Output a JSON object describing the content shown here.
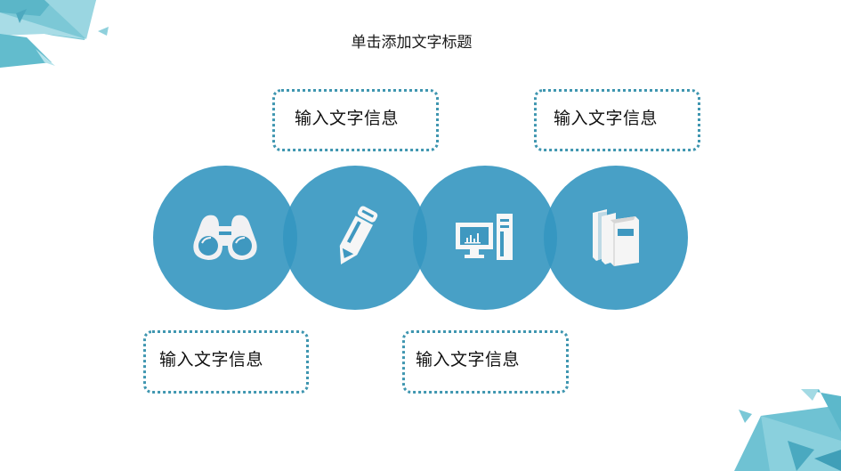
{
  "slide": {
    "title": "单击添加文字标题",
    "accent_color": "#3496c0",
    "border_color": "#3f96b0",
    "circles": [
      {
        "icon": "binoculars-icon"
      },
      {
        "icon": "pencil-icon"
      },
      {
        "icon": "computer-icon"
      },
      {
        "icon": "books-icon"
      }
    ],
    "text_boxes": [
      {
        "label": "输入文字信息"
      },
      {
        "label": "输入文字信息"
      },
      {
        "label": "输入文字信息"
      },
      {
        "label": "输入文字信息"
      }
    ]
  }
}
